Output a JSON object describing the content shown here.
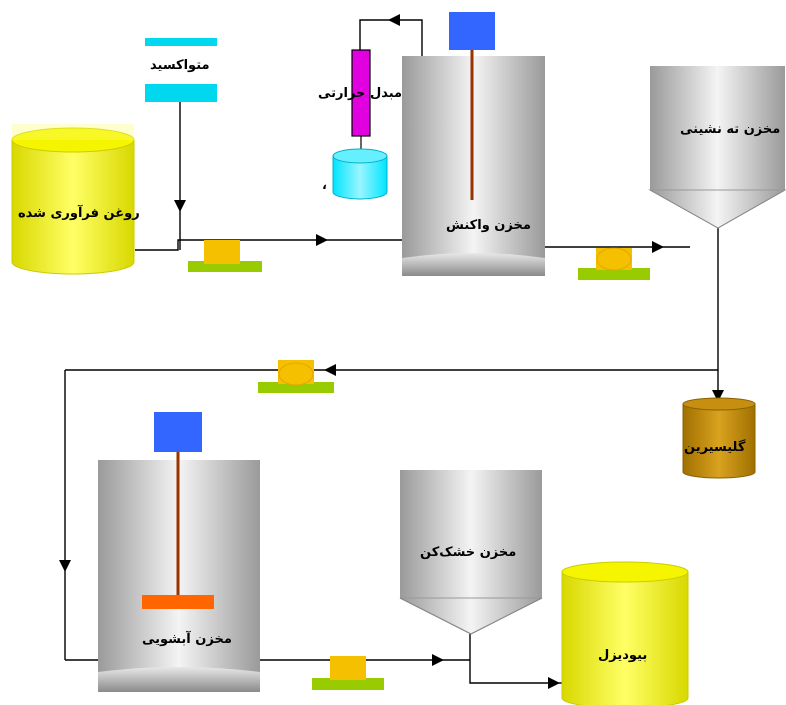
{
  "labels": {
    "oil_tank": "روغن فرآوری شده",
    "methoxide": "متواکسید",
    "heat_exchanger": "مبدل حرارتی",
    "reaction_tank": "مخزن واکنش",
    "settling_tank": "مخزن ته نشینی",
    "glycerin": "گلیسیرین",
    "washing_tank": "مخزن آبشویی",
    "dryer_tank": "مخزن خشک‌کن",
    "biodiesel": "بیودیزل",
    "small_mark": "،"
  },
  "colors": {
    "yellow_tank": "#f2f200",
    "cyan": "#00d8f0",
    "magenta": "#e000e0",
    "blue_motor": "#3366ff",
    "shaft": "#993300",
    "impeller": "#ff6600",
    "glycerin": "#b8860b",
    "pump": "#f5c000",
    "pump_base": "#99cc00",
    "tank_gray": "#c8c8c8"
  }
}
